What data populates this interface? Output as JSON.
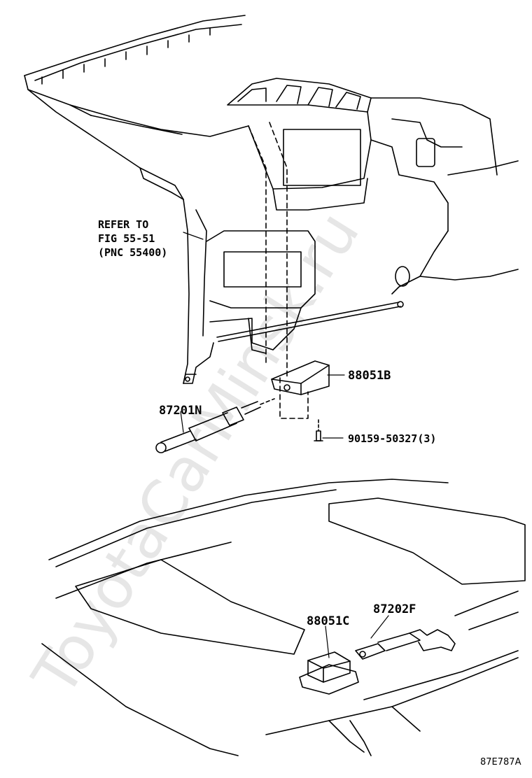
{
  "watermark": "ToyotaCarMinsk.ru",
  "refer_note": {
    "line1": "REFER TO",
    "line2": "FIG 55-51",
    "line3": "(PNC 55400)"
  },
  "callouts": {
    "p88051b": "88051B",
    "p87201n": "87201N",
    "p90159": "90159-50327(3)",
    "p88051c": "88051C",
    "p87202f": "87202F"
  },
  "figure_code": "87E787A"
}
